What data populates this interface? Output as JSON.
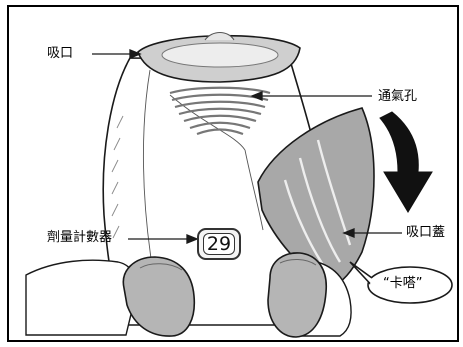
{
  "labels": {
    "mouthpiece": "吸口",
    "vent": "通氣孔",
    "dose_counter": "劑量計數器",
    "cover": "吸口蓋"
  },
  "counter_value": "29",
  "click_text": "“卡嗒”",
  "colors": {
    "outline": "#1a1a1a",
    "body_fill": "#ffffff",
    "mouthpiece_fill": "#cfcfcf",
    "cover_fill": "#a8a8a8",
    "arrow_fill": "#111111"
  }
}
